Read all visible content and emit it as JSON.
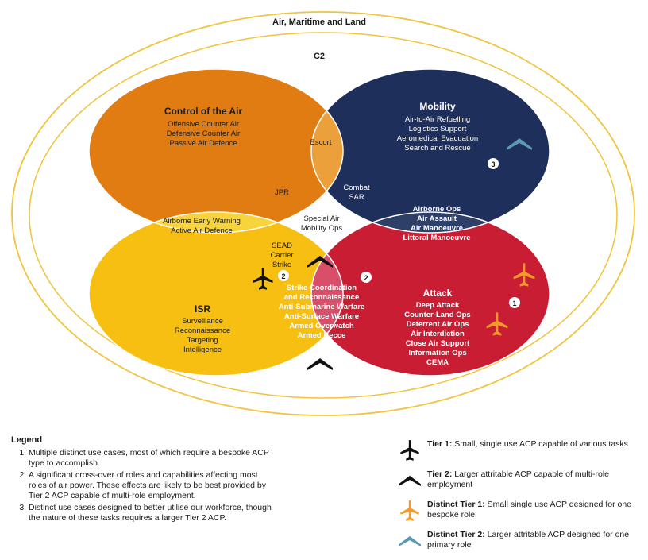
{
  "outer_label": "Air, Maritime and Land",
  "c2_label": "C2",
  "colors": {
    "control_of_air": "#e07c12",
    "mobility": "#1d2f5a",
    "isr": "#f6bf12",
    "attack": "#c81d33",
    "escort": "#eca03c",
    "jpr": "#f2c060",
    "combat_sar": "#8a93aa",
    "aew": "#f8d43c",
    "airborne_ops": "#2e3f68",
    "center": "#e88a90",
    "sead": "#f8dc6a",
    "strike_coord": "#d94e68",
    "outline": "#f0c43c",
    "distinct_icon_orange": "#f29b2a",
    "distinct_icon_blue": "#5b9ab3"
  },
  "control_of_air": {
    "title": "Control of the Air",
    "items": [
      "Offensive Counter Air",
      "Defensive Counter Air",
      "Passive Air Defence"
    ]
  },
  "mobility": {
    "title": "Mobility",
    "items": [
      "Air-to-Air Refuelling",
      "Logistics Support",
      "Aeromedical Evacuation",
      "Search and Rescue"
    ]
  },
  "isr": {
    "title": "ISR",
    "items": [
      "Surveillance",
      "Reconnaissance",
      "Targeting",
      "Intelligence"
    ]
  },
  "attack": {
    "title": "Attack",
    "items": [
      "Deep Attack",
      "Counter-Land Ops",
      "Deterrent Air Ops",
      "Air Interdiction",
      "Close Air Support",
      "Information Ops",
      "CEMA"
    ]
  },
  "escort": "Escort",
  "jpr": "JPR",
  "combat_sar": [
    "Combat",
    "SAR"
  ],
  "aew": [
    "Airborne Early Warning",
    "Active Air Defence"
  ],
  "airborne_ops": [
    "Airborne Ops",
    "Air Assault",
    "Air Manoeuvre",
    "Littoral Manoeuvre"
  ],
  "center": [
    "Special Air",
    "Mobility Ops"
  ],
  "sead": [
    "SEAD",
    "Carrier",
    "Strike"
  ],
  "strike_coord": [
    "Strike Coordination",
    "and Reconnaissance",
    "Anti-Submarine Warfare",
    "Anti-Surface Warfare",
    "Armed Overwatch",
    "Armed Recce"
  ],
  "markers": {
    "m1": "1",
    "m2a": "2",
    "m2b": "2",
    "m3": "3"
  },
  "icons": {
    "tier1": "plane-icon",
    "tier2": "chevron-icon",
    "distinct_tier1": "orange-plane-icon",
    "distinct_tier2": "blue-chevron-icon"
  },
  "legend": {
    "title": "Legend",
    "items": [
      "Multiple distinct use cases, most of which require a bespoke ACP type to accomplish.",
      "A significant cross-over of roles and capabilities affecting most roles of air power. These effects are likely to be best provided by Tier 2 ACP capable of multi-role employment.",
      "Distinct use cases designed to better utilise our workforce, though the nature of these tasks requires a larger Tier 2 ACP."
    ]
  },
  "key": [
    {
      "label": "Tier 1:",
      "text": "Small, single use ACP capable of various tasks"
    },
    {
      "label": "Tier 2:",
      "text": "Larger attritable ACP capable of multi-role employment"
    },
    {
      "label": "Distinct Tier 1:",
      "text": "Small single use ACP designed for one bespoke role"
    },
    {
      "label": "Distinct Tier 2:",
      "text": "Larger attritable ACP designed for one primary role"
    }
  ]
}
